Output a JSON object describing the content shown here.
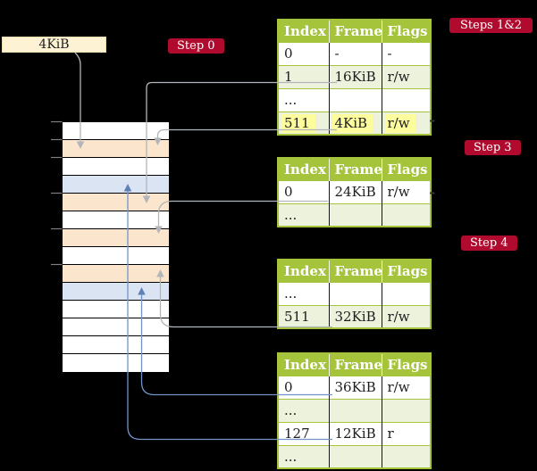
{
  "register": {
    "label": "4KiB"
  },
  "badges": {
    "step0": "Step 0",
    "steps12": "Steps 1&2",
    "step3": "Step 3",
    "step4": "Step 4"
  },
  "memory": {
    "rows": [
      {
        "shade": "white"
      },
      {
        "shade": "orange"
      },
      {
        "shade": "white"
      },
      {
        "shade": "blue"
      },
      {
        "shade": "orange"
      },
      {
        "shade": "white"
      },
      {
        "shade": "orange"
      },
      {
        "shade": "white"
      },
      {
        "shade": "orange"
      },
      {
        "shade": "blue"
      },
      {
        "shade": "white"
      },
      {
        "shade": "white"
      },
      {
        "shade": "white"
      },
      {
        "shade": "white"
      }
    ]
  },
  "tables": [
    {
      "name": "page-table-step-1-2",
      "headers": [
        "Index",
        "Frame",
        "Flags"
      ],
      "rows": [
        {
          "cells": [
            "0",
            "-",
            "-"
          ],
          "shade": "white",
          "highlight": false
        },
        {
          "cells": [
            "1",
            "16KiB",
            "r/w"
          ],
          "shade": "green",
          "highlight": false
        },
        {
          "cells": [
            "...",
            "",
            ""
          ],
          "shade": "white",
          "highlight": false
        },
        {
          "cells": [
            "511",
            "4KiB",
            "r/w"
          ],
          "shade": "green",
          "highlight": true
        }
      ]
    },
    {
      "name": "page-table-step-3",
      "headers": [
        "Index",
        "Frame",
        "Flags"
      ],
      "rows": [
        {
          "cells": [
            "0",
            "24KiB",
            "r/w"
          ],
          "shade": "white",
          "highlight": false
        },
        {
          "cells": [
            "...",
            "",
            ""
          ],
          "shade": "green",
          "highlight": false
        }
      ]
    },
    {
      "name": "page-table-step-4",
      "headers": [
        "Index",
        "Frame",
        "Flags"
      ],
      "rows": [
        {
          "cells": [
            "...",
            "",
            ""
          ],
          "shade": "white",
          "highlight": false
        },
        {
          "cells": [
            "511",
            "32KiB",
            "r/w"
          ],
          "shade": "green",
          "highlight": false
        }
      ]
    },
    {
      "name": "page-table-final",
      "headers": [
        "Index",
        "Frame",
        "Flags"
      ],
      "rows": [
        {
          "cells": [
            "0",
            "36KiB",
            "r/w"
          ],
          "shade": "white",
          "highlight": false
        },
        {
          "cells": [
            "...",
            "",
            ""
          ],
          "shade": "green",
          "highlight": false
        },
        {
          "cells": [
            "127",
            "12KiB",
            "r"
          ],
          "shade": "white",
          "highlight": false
        },
        {
          "cells": [
            "...",
            "",
            ""
          ],
          "shade": "green",
          "highlight": false
        }
      ]
    }
  ],
  "colors": {
    "background": "#000000",
    "badge_bg": "#b00b2f",
    "badge_text": "#ffffff",
    "header_green": "#a5c43b",
    "table_border": "#a5c43b",
    "row_green": "#edf2dc",
    "cell_text": "#1d1d1d",
    "mem_white": "#ffffff",
    "mem_orange": "#fce5cd",
    "mem_blue": "#dae4f3",
    "cream_bg": "#fdf3d4",
    "highlight_yellow": "#fdfd9d",
    "gray_line": "#b2b6ba",
    "blue_line": "#7393c7",
    "blue_head": "#6081b8",
    "tick_gray": "#7f7f7f",
    "stub_dark": "#333333"
  }
}
